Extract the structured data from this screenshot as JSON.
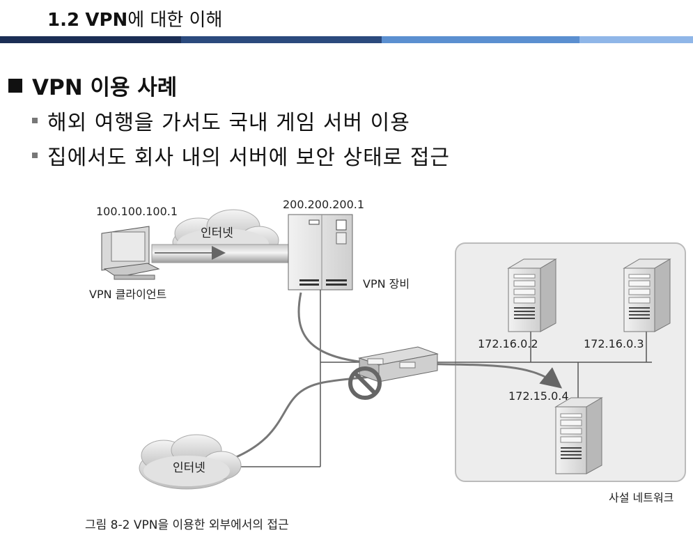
{
  "header": {
    "number": "1.2",
    "title_bold": "VPN",
    "title_rest": "에 대한 이해",
    "bar_colors": [
      "#1b2e55",
      "#2b4a7d",
      "#5b8fd0",
      "#8fb6e8"
    ]
  },
  "section": {
    "title": "VPN 이용 사례",
    "bullets": [
      "해외 여행을 가서도 국내 게임 서버 이용",
      "집에서도 회사 내의 서버에 보안 상태로 접근"
    ]
  },
  "diagram": {
    "client_ip": "100.100.100.1",
    "client_label": "VPN 클라이언트",
    "internet_top": "인터넷",
    "vpn_ip": "200.200.200.1",
    "vpn_label": "VPN 장비",
    "internet_bottom": "인터넷",
    "server1_ip": "172.16.0.2",
    "server2_ip": "172.16.0.3",
    "server3_ip": "172.15.0.4",
    "private_label": "사설 네트워크",
    "caption": "그림 8-2  VPN을 이용한 외부에서의 접근"
  }
}
